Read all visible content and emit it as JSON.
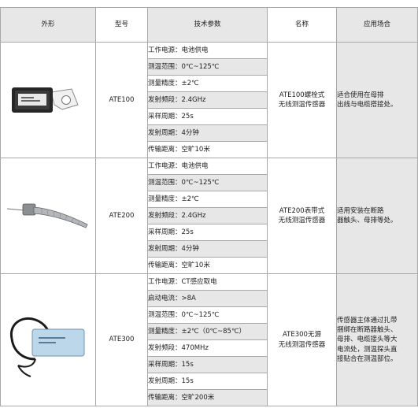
{
  "headers": [
    "外形",
    "型号",
    "技术参数",
    "名称",
    "应用场合"
  ],
  "products": [
    {
      "model": "ATE100",
      "image_icon": "bolt-mount-sensor-icon",
      "params": [
        "工作电源：电池供电",
        "测温范围：0℃~125℃",
        "测量精度：±2℃",
        "发射频段：2.4GHz",
        "采样周期：25s",
        "发射周期：4分钟",
        "传输距离：空旷10米"
      ],
      "name_lines": [
        "ATE100螺栓式",
        "无线测温传感器"
      ],
      "app_lines": [
        "适合使用在母排",
        "出线与电缆搭接处。"
      ]
    },
    {
      "model": "ATE200",
      "image_icon": "strap-sensor-icon",
      "params": [
        "工作电源：电池供电",
        "测温范围：0℃~125℃",
        "测量精度：±2℃",
        "发射频段：2.4GHz",
        "采样周期：25s",
        "发射周期：4分钟",
        "传输距离：空旷10米"
      ],
      "name_lines": [
        "ATE200表带式",
        "无线测温传感器"
      ],
      "app_lines": [
        "适用安装在断路",
        "器触头、母排等处。"
      ]
    },
    {
      "model": "ATE300",
      "image_icon": "ct-powered-sensor-icon",
      "params": [
        "工作电源：CT感应取电",
        "启动电流：>8A",
        "测温范围：0℃~125℃",
        "测量精度：±2℃（0℃~85℃）",
        "发射频段：470MHz",
        "采样周期：15s",
        "发射周期：15s",
        "传输距离：空旷200米"
      ],
      "name_lines": [
        "ATE300无源",
        "无线测温传感器"
      ],
      "app_lines": [
        "传感器主体通过扎带",
        "捆绑在断路器触头、",
        "母排、电缆接头等大",
        "电流处，测温探头直",
        "接贴合在测温部位。"
      ]
    }
  ],
  "colors": {
    "shade": "#e7e7e7",
    "border": "#a8a8a8"
  }
}
